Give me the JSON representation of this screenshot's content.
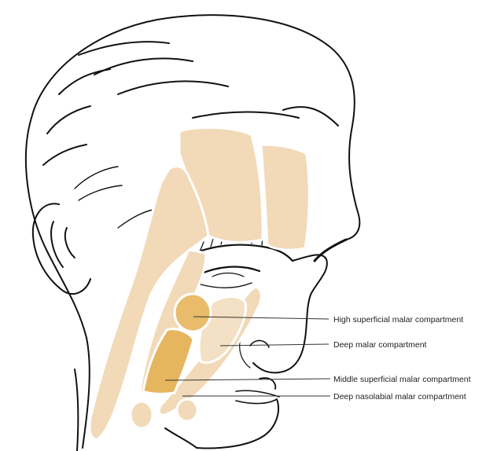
{
  "labels": {
    "high_superficial": "High superficial malar compartment",
    "deep_malar": "Deep malar compartment",
    "middle_superficial": "Middle superficial malar compartment",
    "deep_nasolabial": "Deep nasolabial malar compartment"
  },
  "colors": {
    "compartment_fill": "#f2d9b8",
    "highlight_fill": "#e8bc6a",
    "middle_fill": "#e6b65e",
    "line": "#111111",
    "leader": "#333333"
  }
}
